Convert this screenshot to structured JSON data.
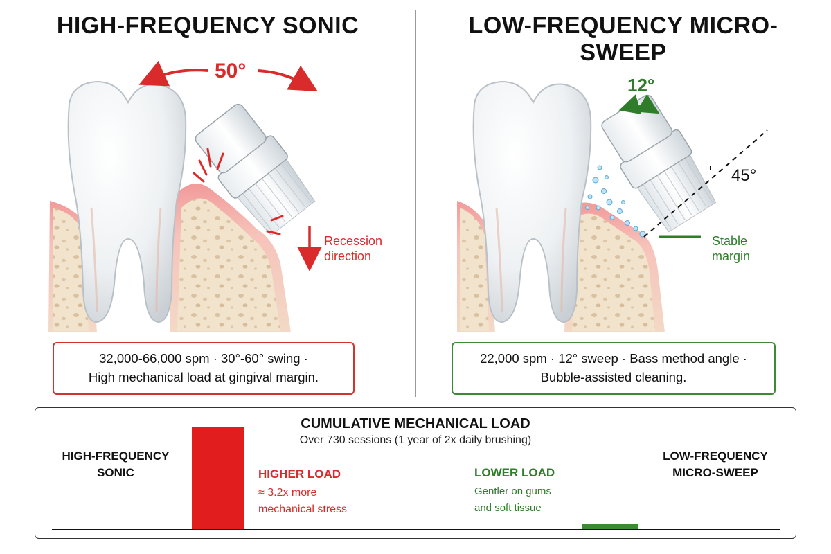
{
  "left": {
    "title": "HIGH-FREQUENCY SONIC",
    "swing_angle": "50°",
    "recession_line1": "Recession",
    "recession_line2": "direction",
    "caption_line1": "32,000-66,000 spm · 30°-60° swing ·",
    "caption_line2": "High mechanical load at gingival margin."
  },
  "right": {
    "title": "LOW-FREQUENCY MICRO-SWEEP",
    "sweep_angle": "12°",
    "brush_angle": "45°",
    "stable_line1": "Stable",
    "stable_line2": "margin",
    "caption_line1": "22,000 spm · 12° sweep · Bass method angle ·",
    "caption_line2": "Bubble-assisted cleaning."
  },
  "load_chart": {
    "title": "CUMULATIVE MECHANICAL LOAD",
    "subtitle": "Over 730 sessions (1 year of 2x daily brushing)",
    "left_label_line1": "HIGH-FREQUENCY",
    "left_label_line2": "SONIC",
    "right_label_line1": "LOW-FREQUENCY",
    "right_label_line2": "MICRO-SWEEP",
    "higher_heading": "HIGHER LOAD",
    "higher_line1": "≈ 3.2x more",
    "higher_line2": "mechanical stress",
    "lower_heading": "LOWER LOAD",
    "lower_line1": "Gentler on gums",
    "lower_line2": "and soft tissue"
  },
  "chart_data": {
    "type": "bar",
    "categories": [
      "HIGH-FREQUENCY SONIC",
      "LOW-FREQUENCY MICRO-SWEEP"
    ],
    "values": [
      3.2,
      0.18
    ],
    "colors": [
      "#e21d1d",
      "#3c8a31"
    ],
    "grid": false,
    "title": "CUMULATIVE MECHANICAL LOAD"
  },
  "colors": {
    "high_accent": "#d92b2b",
    "low_accent": "#2f7d2a",
    "bar_high": "#e21d1d",
    "bar_low": "#3c8a31"
  }
}
